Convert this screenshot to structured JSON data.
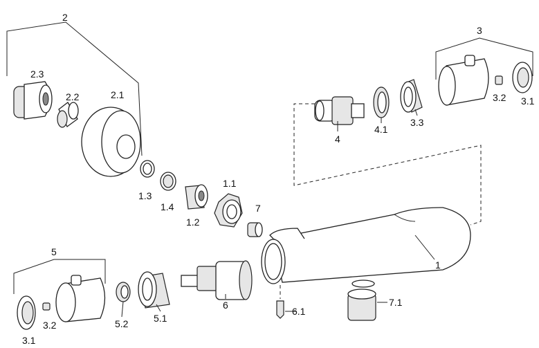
{
  "diagram": {
    "labels": {
      "group2": "2",
      "part2_3": "2.3",
      "part2_2": "2.2",
      "part2_1": "2.1",
      "part1_3": "1.3",
      "part1_4": "1.4",
      "part1_2": "1.2",
      "part1_1": "1.1",
      "part7": "7",
      "group3": "3",
      "part3_2_top": "3.2",
      "part3_1_top": "3.1",
      "part4": "4",
      "part4_1": "4.1",
      "part3_3": "3.3",
      "part1": "1",
      "group5": "5",
      "part5_2": "5.2",
      "part5_1": "5.1",
      "part6": "6",
      "part6_1": "6.1",
      "part7_1": "7.1",
      "part3_2_bottom": "3.2",
      "part3_1_bottom": "3.1"
    }
  }
}
